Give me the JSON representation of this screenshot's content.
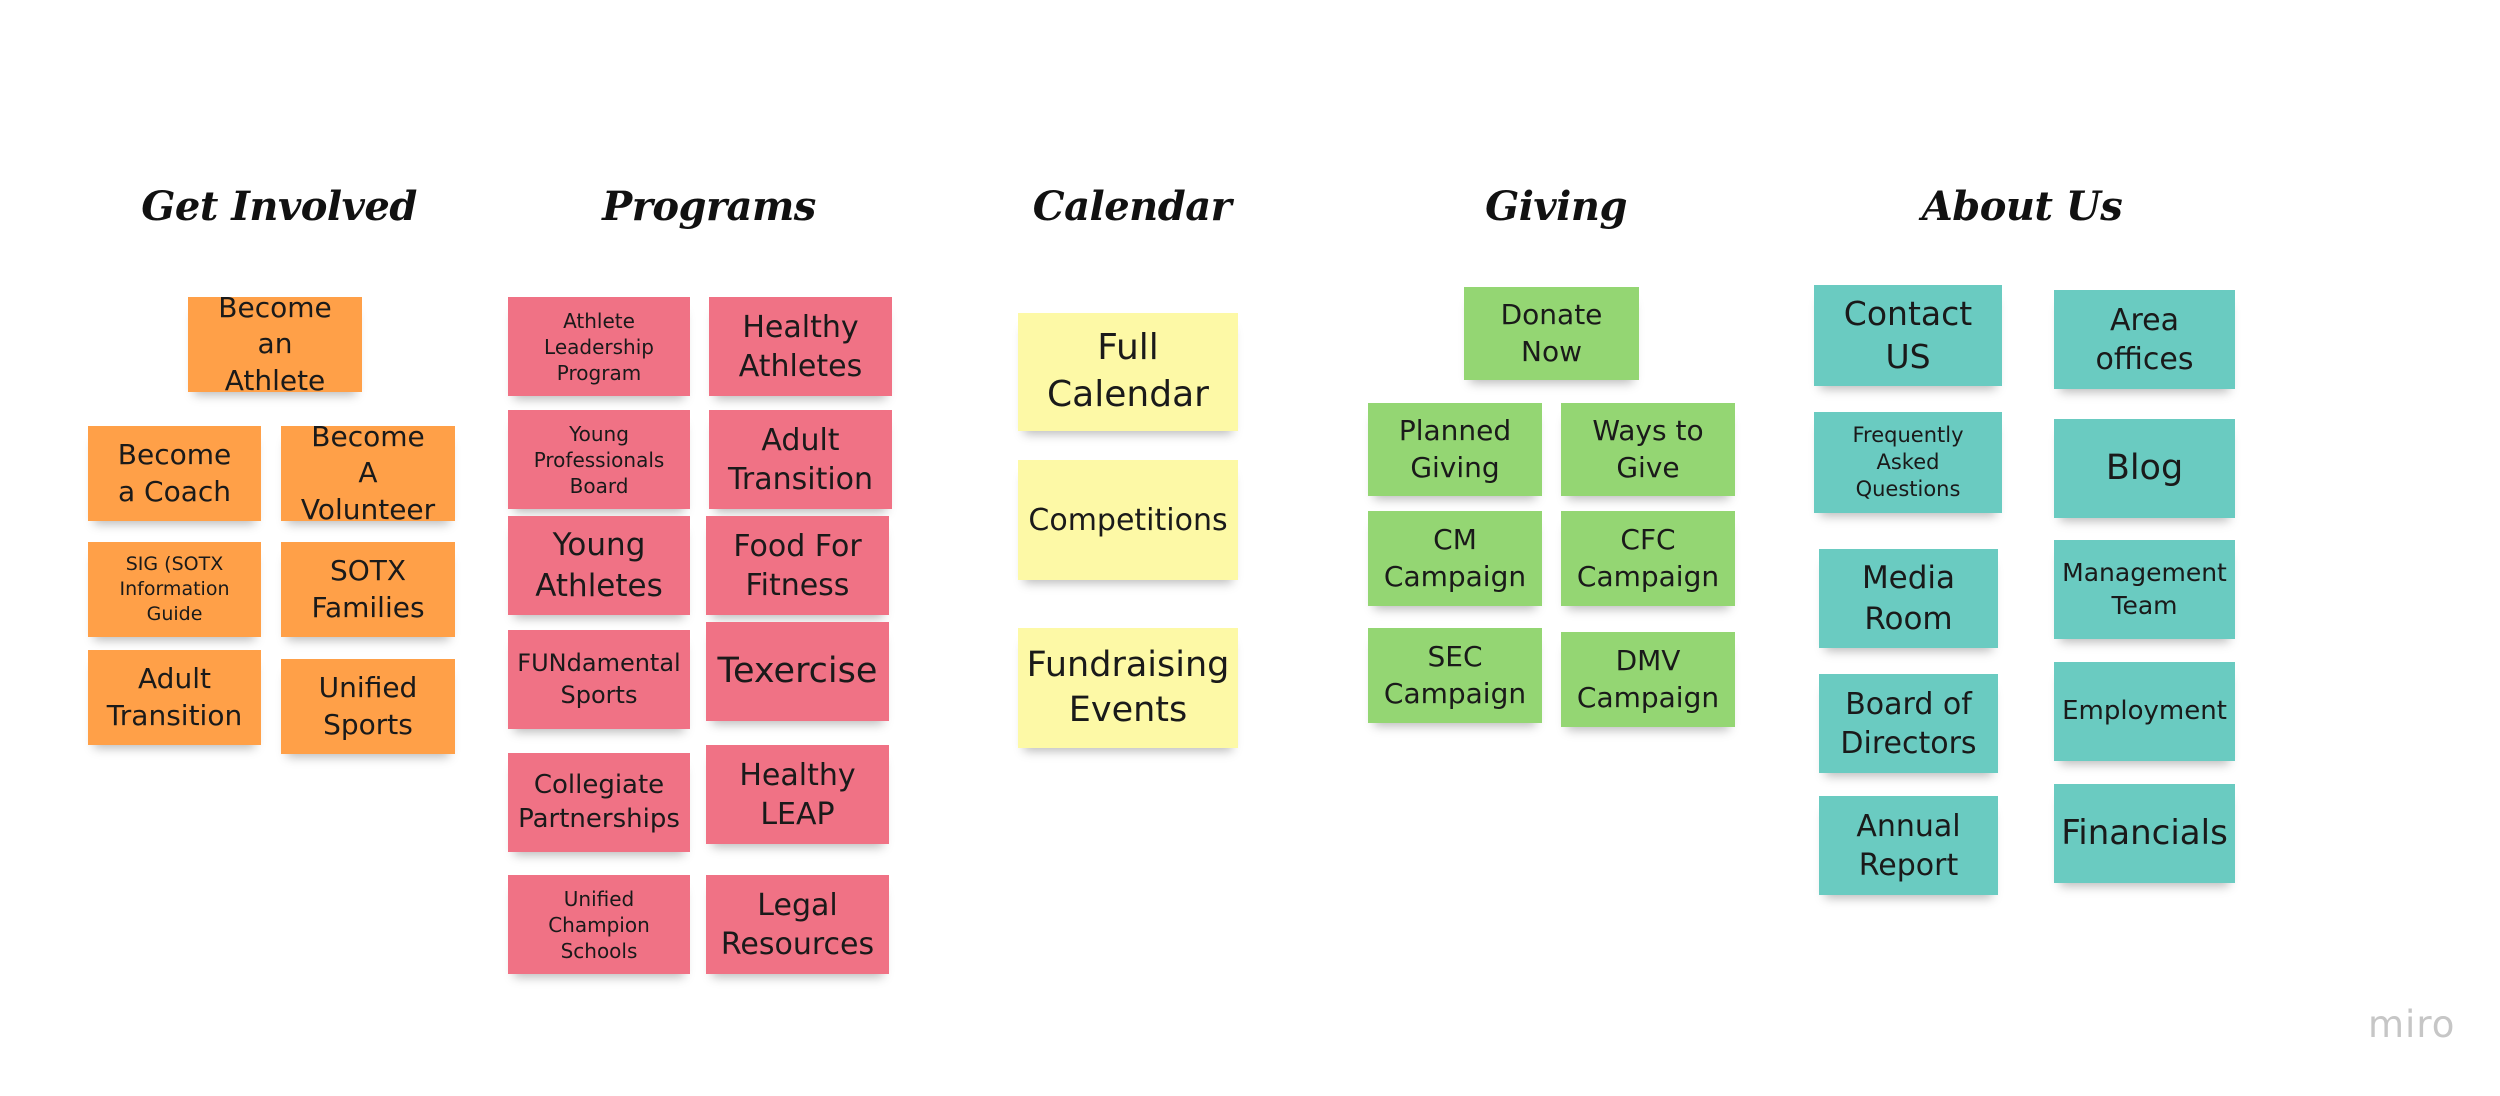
{
  "colors": {
    "get_involved": "#ffa048",
    "programs": "#f07285",
    "calendar": "#fdf9a6",
    "giving": "#94d673",
    "about_us": "#6acbc1"
  },
  "columns": {
    "get_involved": {
      "heading": "Get Involved",
      "notes": [
        "Become an\nAthlete",
        "Become\na Coach",
        "Become\nA Volunteer",
        "SIG (SOTX\nInformation\nGuide",
        "SOTX\nFamilies",
        "Adult\nTransition",
        "Unified\nSports"
      ]
    },
    "programs": {
      "heading": "Programs",
      "notes": [
        "Athlete\nLeadership\nProgram",
        "Healthy\nAthletes",
        "Young\nProfessionals\nBoard",
        "Adult\nTransition",
        "Young\nAthletes",
        "Food For\nFitness",
        "FUNdamental\nSports",
        "Texercise",
        "Collegiate\nPartnerships",
        "Healthy\nLEAP",
        "Unified\nChampion\nSchools",
        "Legal\nResources"
      ]
    },
    "calendar": {
      "heading": "Calendar",
      "notes": [
        "Full\nCalendar",
        "Competitions",
        "Fundraising\nEvents"
      ]
    },
    "giving": {
      "heading": "Giving",
      "notes": [
        "Donate\nNow",
        "Planned\nGiving",
        "Ways to\nGive",
        "CM\nCampaign",
        "CFC\nCampaign",
        "SEC\nCampaign",
        "DMV\nCampaign"
      ]
    },
    "about_us": {
      "heading": "About Us",
      "notes": [
        "Contact US",
        "Area\noffices",
        "Frequently\nAsked Questions",
        "Blog",
        "Media\nRoom",
        "Management\nTeam",
        "Board of\nDirectors",
        "Employment",
        "Annual\nReport",
        "Financials"
      ]
    }
  },
  "watermark": "miro"
}
